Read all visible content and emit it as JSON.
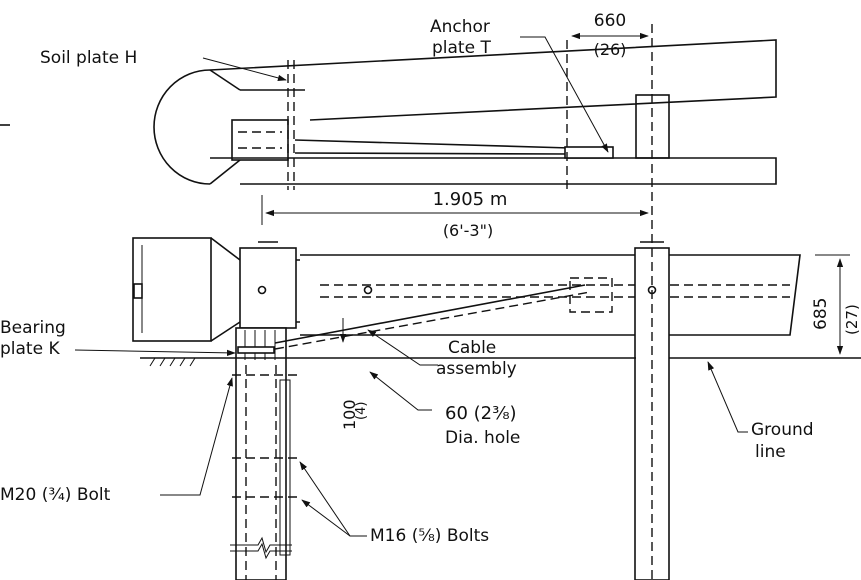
{
  "labels": {
    "soil_plate": "Soil plate H",
    "anchor_plate_1": "Anchor",
    "anchor_plate_2": "plate T",
    "dim_660": "660",
    "dim_660_in": "(26)",
    "dim_1905": "1.905 m",
    "dim_1905_in": "(6'-3\")",
    "dim_685": "685",
    "dim_685_in": "(27)",
    "bearing_plate_1": "Bearing",
    "bearing_plate_2": "plate K",
    "cable_1": "Cable",
    "cable_2": "assembly",
    "dim_100": "100",
    "dim_100_in": "(4)",
    "hole_1": "60 (2³⁄₈)",
    "hole_2": "Dia. hole",
    "ground_1": "Ground",
    "ground_2": "line",
    "bolt_m20": "M20 (³⁄₄) Bolt",
    "bolt_m16": "M16 (⁵⁄₈) Bolts"
  }
}
